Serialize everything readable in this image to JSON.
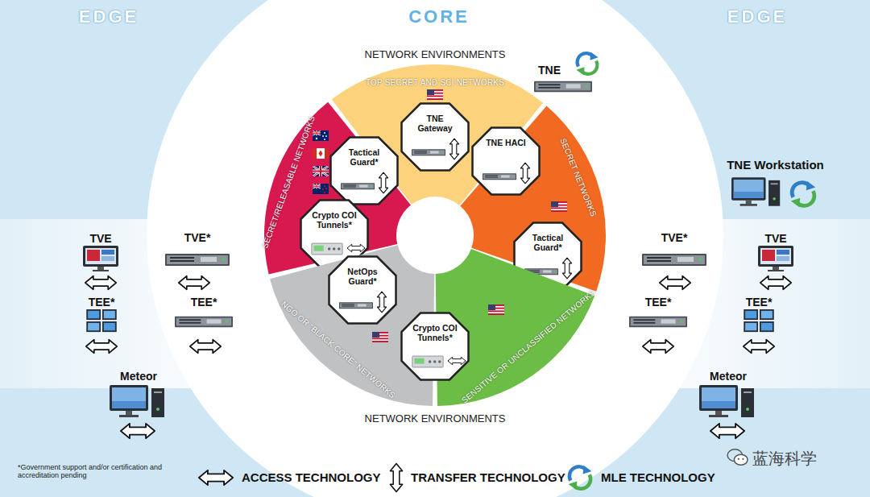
{
  "diagram": {
    "nodes": [
      {
        "text": [
          "TOP SECRET AND SCI NETWORKS"
        ]
      },
      {
        "text": [
          "TNE Gateway"
        ],
        "in": 0
      },
      {
        "text": [
          "SECRET/RELEASABLE NETWORKS"
        ]
      },
      {
        "text": [
          "Tactical Guard*"
        ],
        "in": 2
      },
      {
        "text": [
          "Crypto COI Tunnels*"
        ],
        "in": 2
      },
      {
        "text": [
          "SECRET NETWORKS"
        ]
      },
      {
        "text": [
          "TNE HACI"
        ],
        "in": 5
      },
      {
        "text": [
          "Tactical Guard*"
        ],
        "in": 5
      },
      {
        "text": [
          "NGO OR \"BLACK CORE\" NETWORKS"
        ]
      },
      {
        "text": [
          "NetOps Guard*"
        ],
        "in": 8
      },
      {
        "text": [
          "SENSITIVE OR UNCLASSIFIED NETWORKS"
        ]
      },
      {
        "text": [
          "Crypto COI Tunnels*"
        ]
      },
      {
        "text": [
          "TNE"
        ]
      },
      {
        "text": [
          "TNE Workstation"
        ]
      },
      {
        "text": [
          "TVE"
        ]
      },
      {
        "text": [
          "TVE*"
        ]
      },
      {
        "text": [
          "TEE*"
        ]
      },
      {
        "text": [
          "TEE*"
        ]
      },
      {
        "text": [
          "Meteor"
        ]
      },
      {
        "text": [
          "TVE*"
        ]
      },
      {
        "text": [
          "TVE"
        ]
      },
      {
        "text": [
          "TEE*"
        ]
      },
      {
        "text": [
          "TEE*"
        ]
      },
      {
        "text": [
          "Meteor"
        ]
      }
    ],
    "labels": [
      "EDGE",
      "CORE",
      "EDGE",
      "NETWORK ENVIRONMENTS",
      "NETWORK ENVIRONMENTS",
      "*Government support and/or certification and accreditation pending",
      "蓝海科学"
    ],
    "legend": [
      {
        "text": "ACCESS TECHNOLOGY"
      },
      {
        "text": "TRANSFER TECHNOLOGY"
      },
      {
        "text": "MLE TECHNOLOGY"
      }
    ]
  }
}
